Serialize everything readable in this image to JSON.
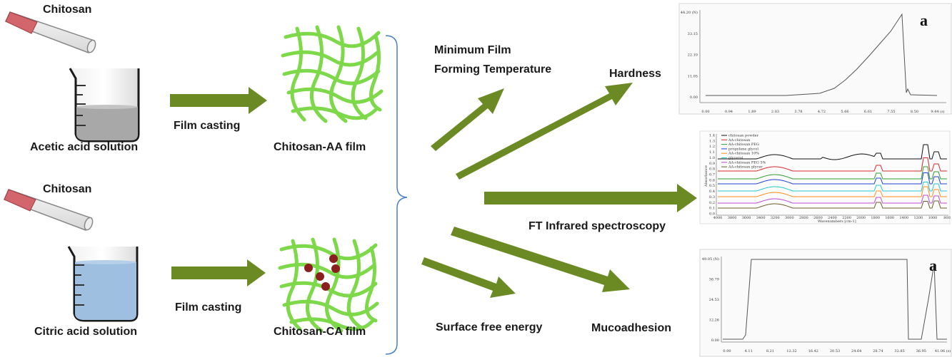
{
  "left": {
    "top": {
      "solute": "Chitosan",
      "solution": "Acetic acid solution",
      "process": "Film casting",
      "film": "Chitosan-AA film"
    },
    "bottom": {
      "solute": "Chitosan",
      "solution": "Citric acid solution",
      "process": "Film casting",
      "film": "Chitosan-CA film"
    }
  },
  "outcomes": {
    "mfft_line1": "Minimum Film",
    "mfft_line2": "Forming Temperature",
    "hardness": "Hardness",
    "ftir": "FT Infrared spectroscopy",
    "surface": "Surface free energy",
    "mucoadhesion": "Mucoadhesion"
  },
  "colors": {
    "arrow": "#6b8a24",
    "fiber": "#7ed94a",
    "particle": "#8b1e1e",
    "brace": "#4a7fc1",
    "tube_cap": "#d2666c",
    "acetic_liquid": "#a8a8a8",
    "citric_liquid": "#9ebfe0"
  },
  "hardness_chart": {
    "y_unit": "(N)",
    "y_ticks": [
      "44.20",
      "33.15",
      "22.10",
      "11.05",
      "0.00"
    ],
    "x_ticks": [
      "0.00",
      "0.94",
      "1.89",
      "2.83",
      "3.78",
      "4.72",
      "5.66",
      "6.61",
      "7.55",
      "8.50",
      "9.44"
    ],
    "x_unit": "(s)",
    "panel": "a"
  },
  "ftir_chart": {
    "legend": [
      "chitosan powder",
      "AA-chitosan",
      "AA-chitosan PEG",
      "propylene glycol",
      "AA-chitosan 10%",
      "glycerol",
      "AA-chitosan PEG 5%",
      "AA-chitosan glycer"
    ],
    "y_ticks": [
      "1.4",
      "1.3",
      "1.2",
      "1.1",
      "1.0",
      "0.9",
      "0.8",
      "0.7",
      "0.6",
      "0.5",
      "0.4",
      "0.3",
      "0.2",
      "0.1",
      "0.0"
    ],
    "x_ticks": [
      "4000",
      "3800",
      "3600",
      "3400",
      "3200",
      "3000",
      "2800",
      "2600",
      "2400",
      "2200",
      "2000",
      "1800",
      "1600",
      "1400",
      "1200",
      "1000",
      "800"
    ],
    "y_label": "Absorbance",
    "x_label": "Wavenumbers [cm-1]"
  },
  "muco_chart": {
    "y_unit": "(N)",
    "y_ticks": [
      "49.05",
      "36.79",
      "24.53",
      "12.26",
      "0.00"
    ],
    "x_ticks": [
      "0.00",
      "4.11",
      "8.21",
      "12.32",
      "16.42",
      "20.53",
      "24.64",
      "28.74",
      "32.85",
      "36.95",
      "41.06"
    ],
    "x_unit": "(s)",
    "panel": "a"
  }
}
